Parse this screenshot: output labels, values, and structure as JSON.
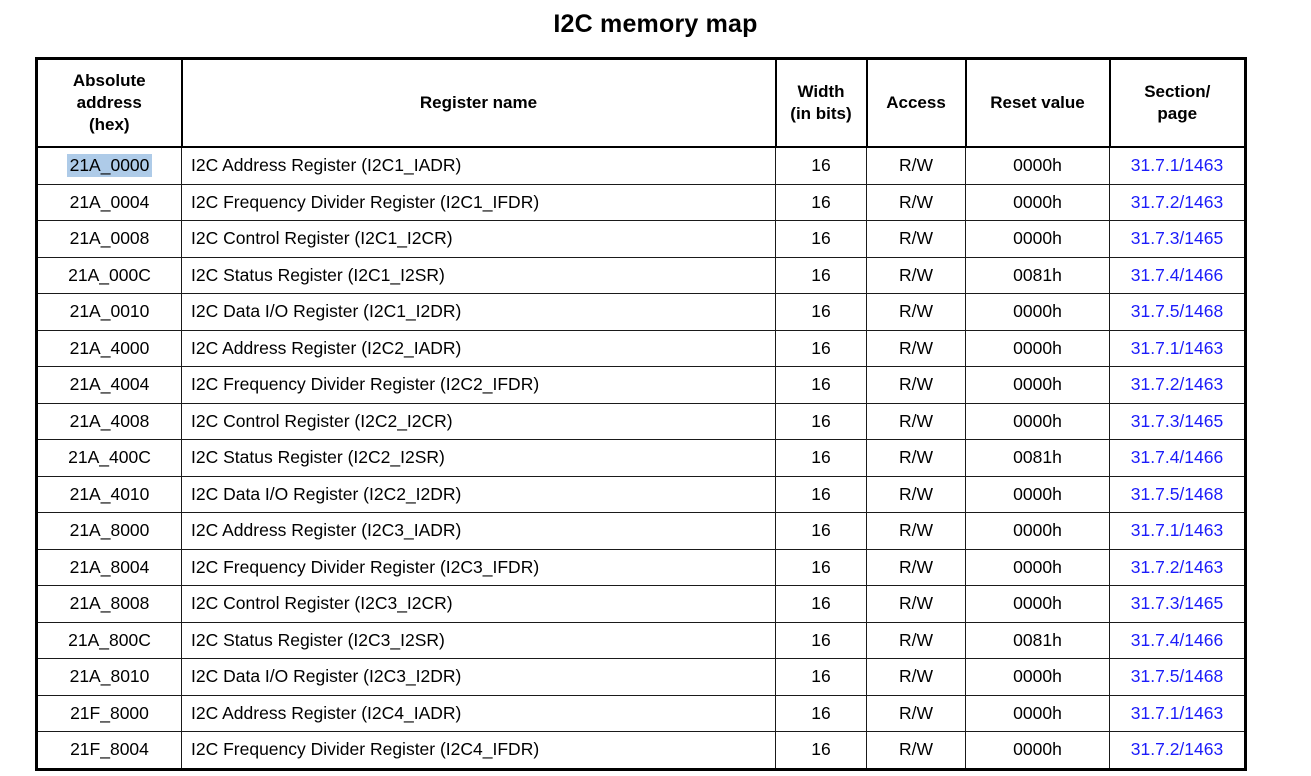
{
  "page": {
    "title": "I2C memory map"
  },
  "colors": {
    "link_blue": "#1c1cfa",
    "selection_highlight": "#aecbe8",
    "border": "#000000",
    "background": "#ffffff"
  },
  "table": {
    "headers": {
      "address": "Absolute\naddress\n(hex)",
      "name": "Register name",
      "width": "Width\n(in bits)",
      "access": "Access",
      "reset": "Reset value",
      "section": "Section/\npage"
    },
    "rows": [
      {
        "address": "21A_0000",
        "name": "I2C Address Register (I2C1_IADR)",
        "width": "16",
        "access": "R/W",
        "reset": "0000h",
        "section": "31.7.1/1463",
        "selected": true
      },
      {
        "address": "21A_0004",
        "name": "I2C Frequency Divider Register (I2C1_IFDR)",
        "width": "16",
        "access": "R/W",
        "reset": "0000h",
        "section": "31.7.2/1463",
        "selected": false
      },
      {
        "address": "21A_0008",
        "name": "I2C Control Register (I2C1_I2CR)",
        "width": "16",
        "access": "R/W",
        "reset": "0000h",
        "section": "31.7.3/1465",
        "selected": false
      },
      {
        "address": "21A_000C",
        "name": "I2C Status Register (I2C1_I2SR)",
        "width": "16",
        "access": "R/W",
        "reset": "0081h",
        "section": "31.7.4/1466",
        "selected": false
      },
      {
        "address": "21A_0010",
        "name": "I2C Data I/O Register (I2C1_I2DR)",
        "width": "16",
        "access": "R/W",
        "reset": "0000h",
        "section": "31.7.5/1468",
        "selected": false
      },
      {
        "address": "21A_4000",
        "name": "I2C Address Register (I2C2_IADR)",
        "width": "16",
        "access": "R/W",
        "reset": "0000h",
        "section": "31.7.1/1463",
        "selected": false
      },
      {
        "address": "21A_4004",
        "name": "I2C Frequency Divider Register (I2C2_IFDR)",
        "width": "16",
        "access": "R/W",
        "reset": "0000h",
        "section": "31.7.2/1463",
        "selected": false
      },
      {
        "address": "21A_4008",
        "name": "I2C Control Register (I2C2_I2CR)",
        "width": "16",
        "access": "R/W",
        "reset": "0000h",
        "section": "31.7.3/1465",
        "selected": false
      },
      {
        "address": "21A_400C",
        "name": "I2C Status Register (I2C2_I2SR)",
        "width": "16",
        "access": "R/W",
        "reset": "0081h",
        "section": "31.7.4/1466",
        "selected": false
      },
      {
        "address": "21A_4010",
        "name": "I2C Data I/O Register (I2C2_I2DR)",
        "width": "16",
        "access": "R/W",
        "reset": "0000h",
        "section": "31.7.5/1468",
        "selected": false
      },
      {
        "address": "21A_8000",
        "name": "I2C Address Register (I2C3_IADR)",
        "width": "16",
        "access": "R/W",
        "reset": "0000h",
        "section": "31.7.1/1463",
        "selected": false
      },
      {
        "address": "21A_8004",
        "name": "I2C Frequency Divider Register (I2C3_IFDR)",
        "width": "16",
        "access": "R/W",
        "reset": "0000h",
        "section": "31.7.2/1463",
        "selected": false
      },
      {
        "address": "21A_8008",
        "name": "I2C Control Register (I2C3_I2CR)",
        "width": "16",
        "access": "R/W",
        "reset": "0000h",
        "section": "31.7.3/1465",
        "selected": false
      },
      {
        "address": "21A_800C",
        "name": "I2C Status Register (I2C3_I2SR)",
        "width": "16",
        "access": "R/W",
        "reset": "0081h",
        "section": "31.7.4/1466",
        "selected": false
      },
      {
        "address": "21A_8010",
        "name": "I2C Data I/O Register (I2C3_I2DR)",
        "width": "16",
        "access": "R/W",
        "reset": "0000h",
        "section": "31.7.5/1468",
        "selected": false
      },
      {
        "address": "21F_8000",
        "name": "I2C Address Register (I2C4_IADR)",
        "width": "16",
        "access": "R/W",
        "reset": "0000h",
        "section": "31.7.1/1463",
        "selected": false
      },
      {
        "address": "21F_8004",
        "name": "I2C Frequency Divider Register (I2C4_IFDR)",
        "width": "16",
        "access": "R/W",
        "reset": "0000h",
        "section": "31.7.2/1463",
        "selected": false
      }
    ]
  }
}
